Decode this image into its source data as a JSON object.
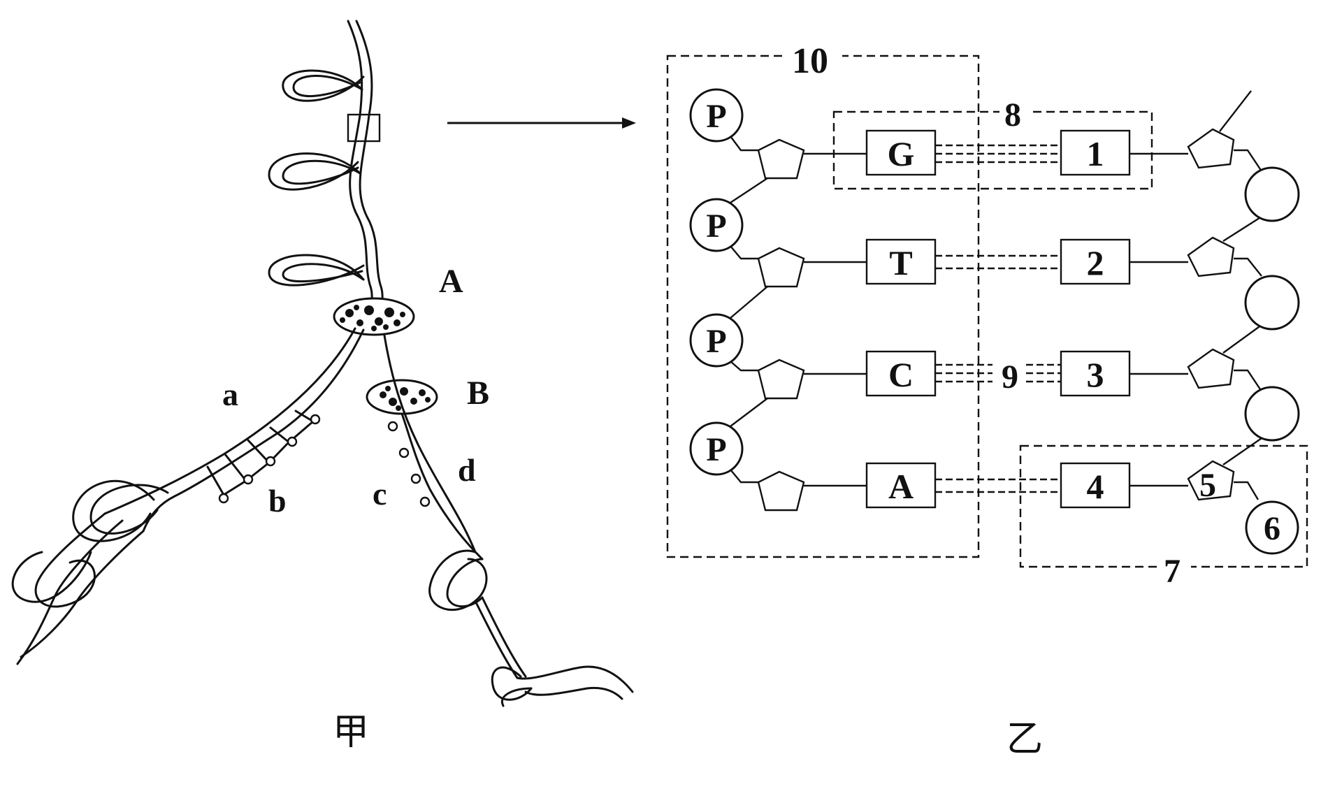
{
  "figure_jia": {
    "caption": "甲",
    "forks": {
      "A": "A",
      "B": "B"
    },
    "strands": {
      "a": "a",
      "b": "b",
      "c": "c",
      "d": "d"
    }
  },
  "figure_yi": {
    "caption": "乙",
    "left_bases": [
      "G",
      "T",
      "C",
      "A"
    ],
    "phosphate": "P",
    "right_bases": [
      "1",
      "2",
      "3",
      "4"
    ],
    "numbers": {
      "n5": "5",
      "n6": "6",
      "n7": "7",
      "n8": "8",
      "n9": "9",
      "n10": "10"
    }
  }
}
